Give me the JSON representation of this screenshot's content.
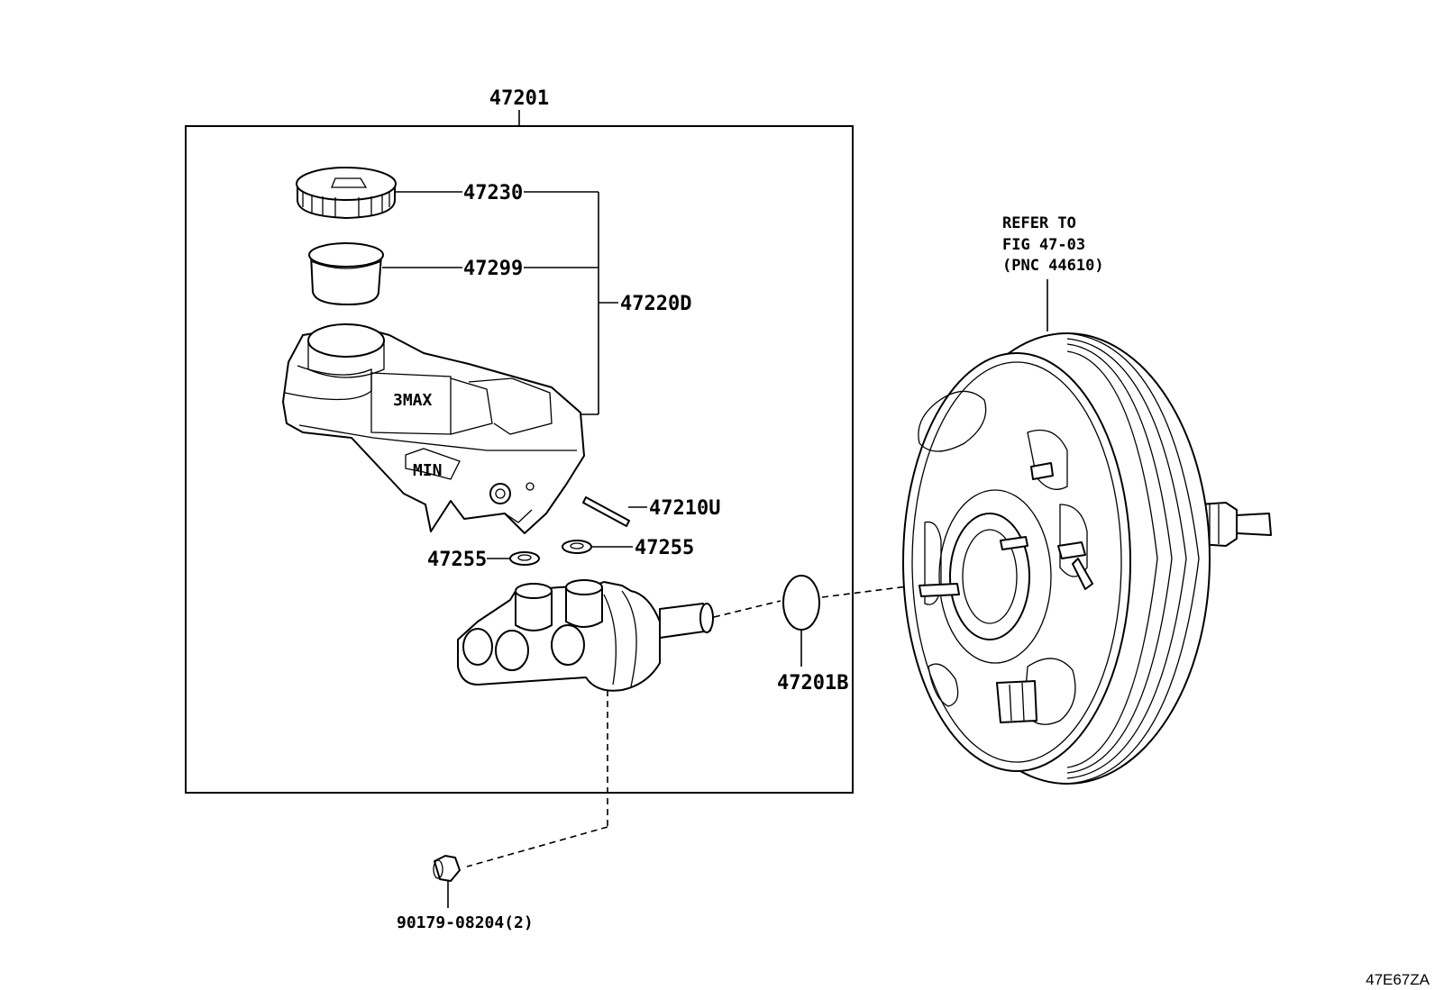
{
  "labels": {
    "assembly": "47201",
    "cap": "47230",
    "strainer": "47299",
    "reservoir_sub": "47220D",
    "pin": "47210U",
    "grommet_left": "47255",
    "grommet_right": "47255",
    "o_ring": "47201B",
    "plug": "90179-08204(2)",
    "reservoir_mark": "3MAX",
    "reservoir_mark2": "MIN"
  },
  "note": {
    "line1": "REFER TO",
    "line2": "FIG 47-03",
    "line3": "(PNC 44610)"
  },
  "figure_code": "47E67ZA"
}
